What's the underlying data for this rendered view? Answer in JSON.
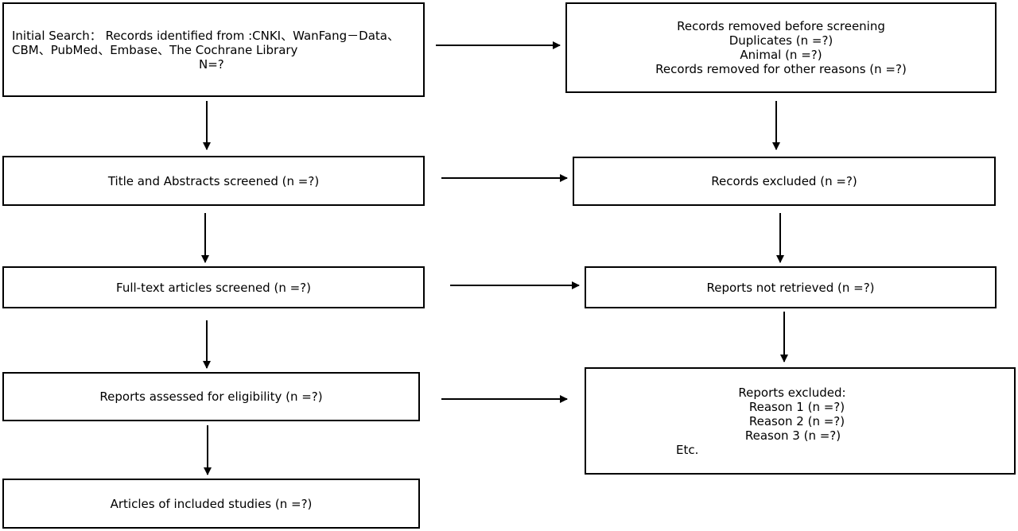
{
  "left_boxes": {
    "initial_search": {
      "line1": "Initial Search： Records identified from :CNKI、WanFang－Data、",
      "line2": "CBM、PubMed、Embase、The Cochrane Library",
      "line3": "N=?"
    },
    "title_abstracts": "Title and Abstracts screened (n =?)",
    "full_text": "Full-text articles screened (n =?)",
    "eligibility": "Reports assessed for eligibility (n =?)",
    "included": "Articles of included studies (n =?)"
  },
  "right_boxes": {
    "removed_before": {
      "line1": "Records removed before screening",
      "line2": "Duplicates (n =?)",
      "line3": "Animal (n =?)",
      "line4": "Records removed for other reasons (n =?)"
    },
    "records_excluded": "Records excluded (n =?)",
    "not_retrieved": "Reports not retrieved (n =?)",
    "reports_excluded": {
      "line1": "Reports excluded:",
      "line2": "Reason 1 (n =?)",
      "line3": "Reason 2 (n =?)",
      "line4": "Reason 3 (n =?)",
      "line5": "Etc."
    }
  }
}
